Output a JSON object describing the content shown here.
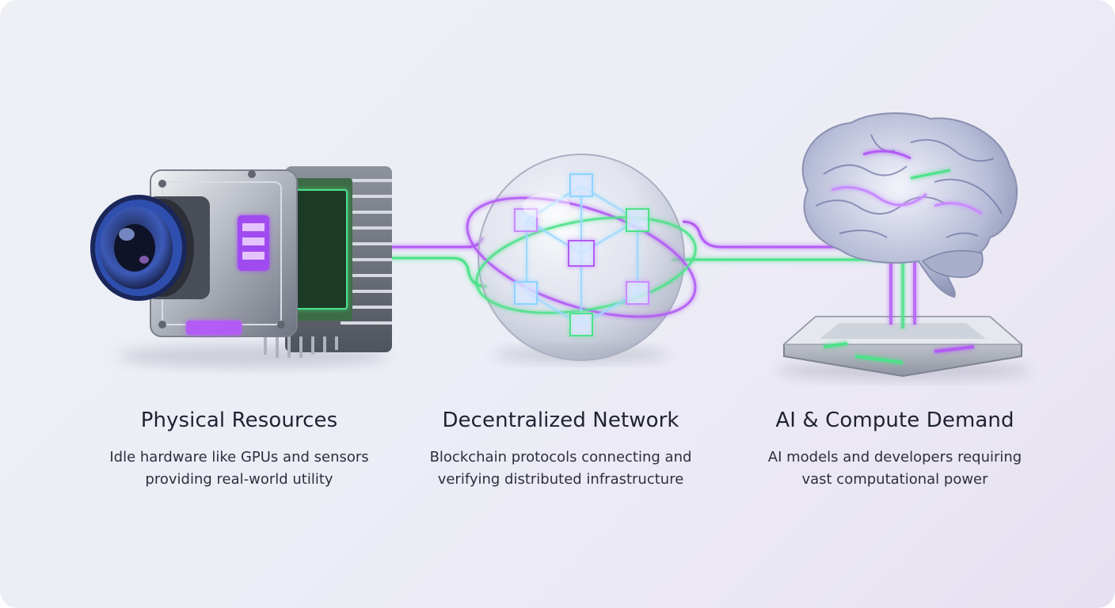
{
  "stages": [
    {
      "title": "Physical Resources",
      "description_lines": [
        "Idle hardware like GPUs and sensors",
        "providing real-world utility"
      ],
      "icon": "camera-hardware-icon"
    },
    {
      "title": "Decentralized Network",
      "description_lines": [
        "Blockchain protocols connecting and",
        "verifying distributed infrastructure"
      ],
      "icon": "network-sphere-icon"
    },
    {
      "title": "AI & Compute Demand",
      "description_lines": [
        "AI models and developers requiring",
        "vast computational power"
      ],
      "icon": "brain-chip-icon"
    }
  ],
  "colors": {
    "neon_green": "#4ee28a",
    "neon_purple": "#b35cf5",
    "metal": "#b9bdc7",
    "lens_blue": "#3c5ab8"
  }
}
